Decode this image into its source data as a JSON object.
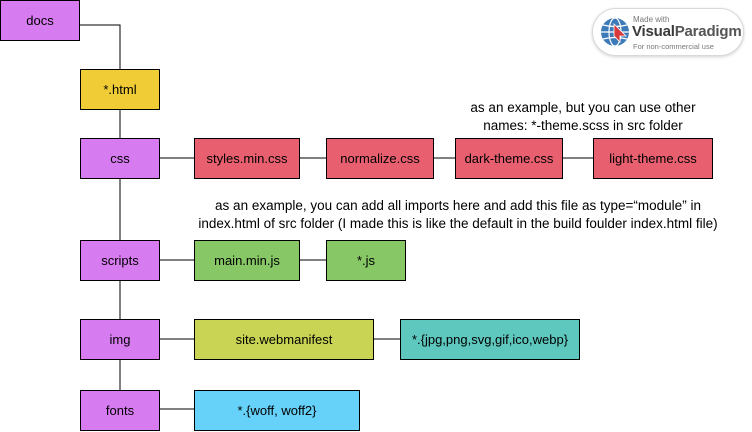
{
  "nodes": {
    "docs": "docs",
    "html": "*.html",
    "css": "css",
    "styles_min_css": "styles.min.css",
    "normalize_css": "normalize.css",
    "dark_theme_css": "dark-theme.css",
    "light_theme_css": "light-theme.css",
    "scripts": "scripts",
    "main_min_js": "main.min.js",
    "js": "*.js",
    "img": "img",
    "site_webmanifest": "site.webmanifest",
    "img_formats": "*.{jpg,png,svg,gif,ico,webp}",
    "fonts": "fonts",
    "font_formats": "*.{woff, woff2}"
  },
  "notes": {
    "theme_line1": "as an example, but you can use other",
    "theme_line2": "names: *-theme.scss in src folder",
    "module_line1": "as an example, you can add all imports here and add this file as type=“module” in",
    "module_line2": "index.html of src folder (I made this is like the default in the build foulder index.html file)"
  },
  "watermark": {
    "made_with": "Made with",
    "brand_part1": "Visual",
    "brand_part2": "Paradigm",
    "subtitle": "For non-commercial use"
  },
  "colors": {
    "folder": "#d67cf0",
    "html": "#f0cd37",
    "css_files": "#e8606f",
    "js_files": "#88c766",
    "manifest": "#c9d454",
    "images": "#5ec8be",
    "fonts": "#66d1f9"
  }
}
